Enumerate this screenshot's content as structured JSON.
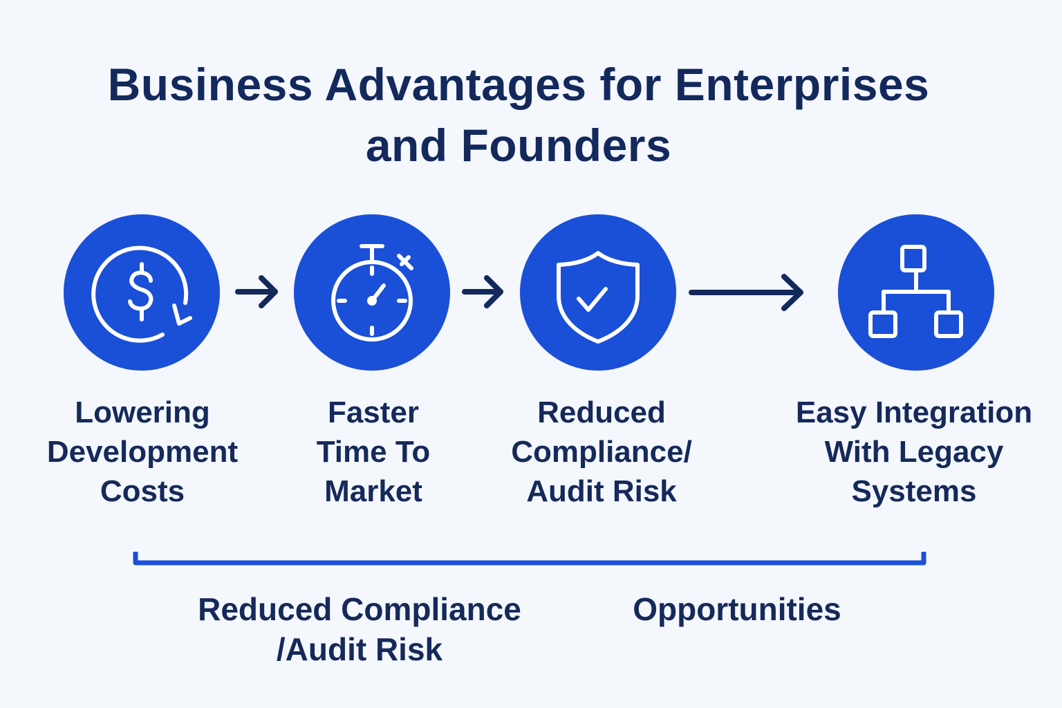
{
  "title": {
    "line1": "Business Advantages for Enterprises",
    "line2": "and Founders"
  },
  "colors": {
    "circle": "#1a4fd8",
    "text": "#15295a",
    "arrow": "#13295c",
    "background": "#f4f7fc"
  },
  "steps": [
    {
      "icon": "dollar-cycle-icon",
      "label_lines": [
        "Lowering",
        "Development",
        "Costs"
      ]
    },
    {
      "icon": "stopwatch-icon",
      "label_lines": [
        "Faster",
        "Time To",
        "Market"
      ]
    },
    {
      "icon": "shield-check-icon",
      "label_lines": [
        "Reduced",
        "Compliance/",
        "Audit Risk"
      ]
    },
    {
      "icon": "hierarchy-network-icon",
      "label_lines": [
        "Easy Integration",
        "With Legacy",
        "Systems"
      ]
    }
  ],
  "bottom": {
    "left_lines": [
      "Reduced Compliance",
      "/Audit Risk"
    ],
    "right": "Opportunities"
  }
}
